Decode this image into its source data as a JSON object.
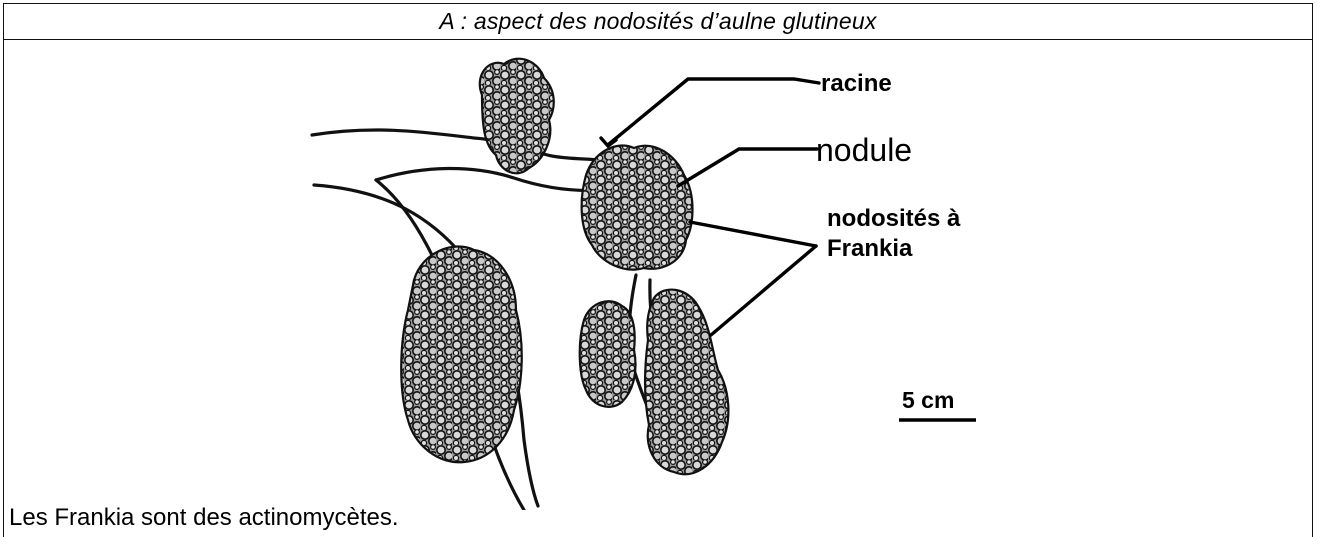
{
  "header": {
    "title": "A : aspect des nodosités d’aulne glutineux"
  },
  "labels": {
    "racine": "racine",
    "nodule": "nodule",
    "nodosites_line1": "nodosités à",
    "nodosites_line2": "Frankia",
    "scale": "5 cm"
  },
  "caption": "Les Frankia sont des actinomycètes.",
  "colors": {
    "ink": "#000000",
    "nodule_fill": "#8a8a8a",
    "background": "#ffffff"
  }
}
